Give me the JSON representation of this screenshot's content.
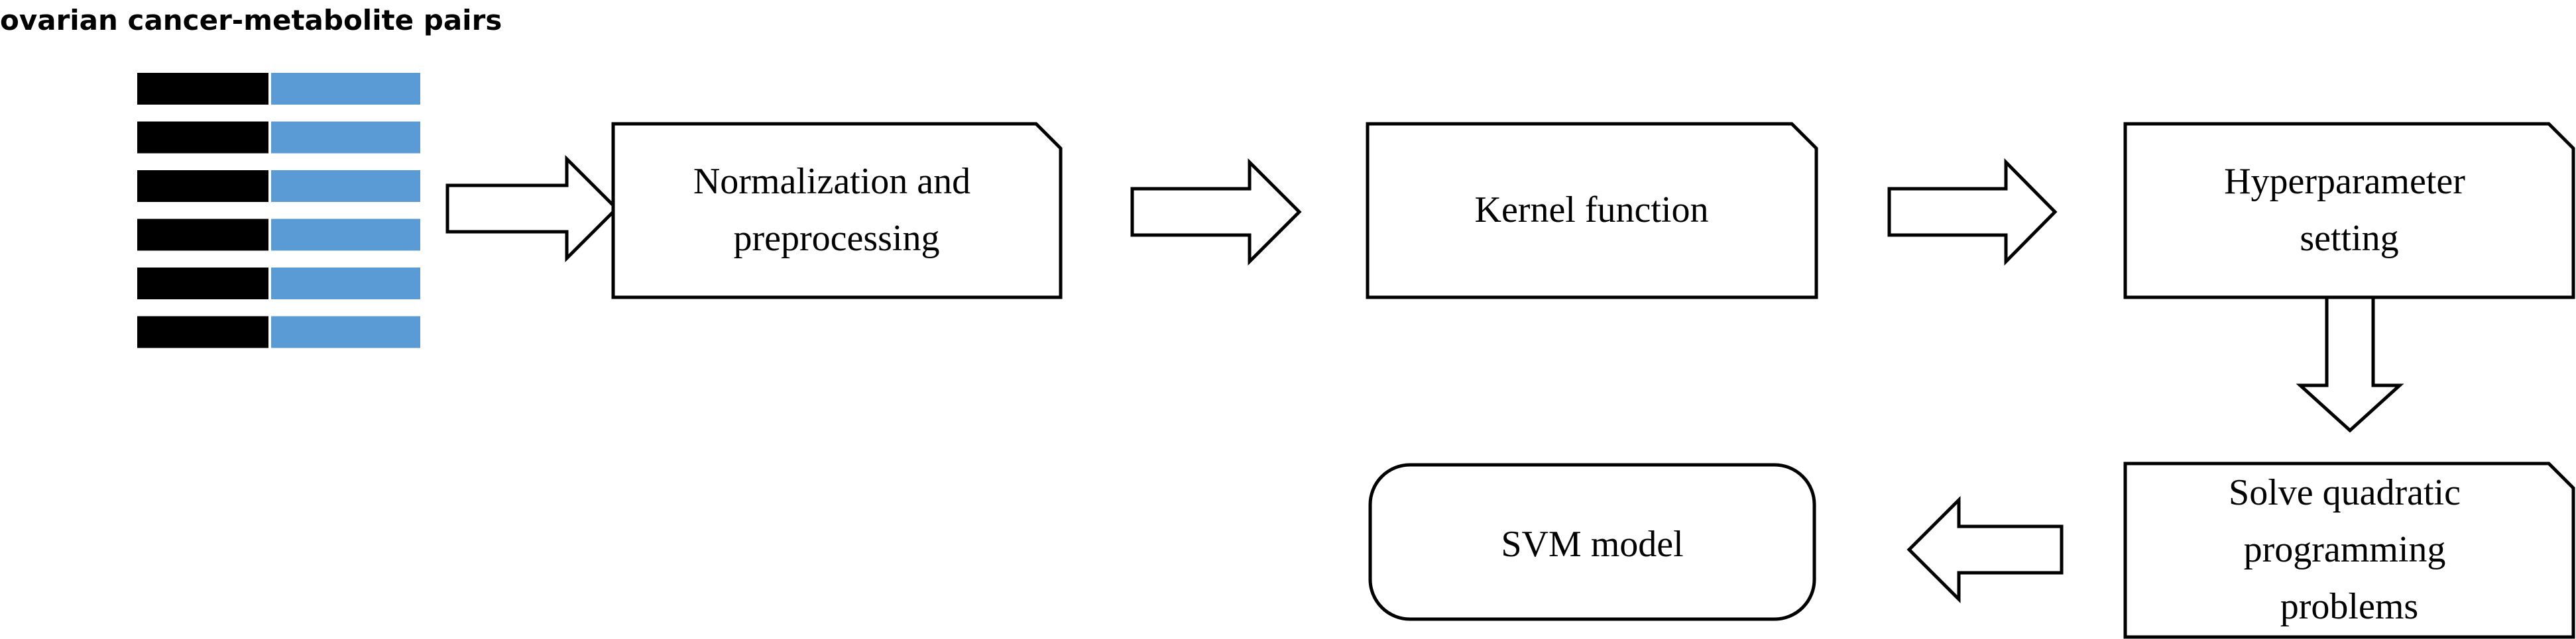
{
  "input": {
    "label": "ovarian cancer-metabolite pairs",
    "pair_count": 6,
    "colors": {
      "left": "#000000",
      "right": "#5b9bd5"
    }
  },
  "steps": {
    "normalization": {
      "lines": [
        "Normalization and",
        "preprocessing"
      ]
    },
    "kernel": {
      "lines": [
        "Kernel function"
      ]
    },
    "hyperparameter": {
      "lines": [
        "Hyperparameter",
        "setting"
      ]
    },
    "solve": {
      "lines": [
        "Solve quadratic",
        "programming",
        "problems"
      ]
    }
  },
  "output": {
    "label": "SVM model"
  },
  "colors": {
    "stroke": "#000000",
    "fill": "#ffffff"
  }
}
